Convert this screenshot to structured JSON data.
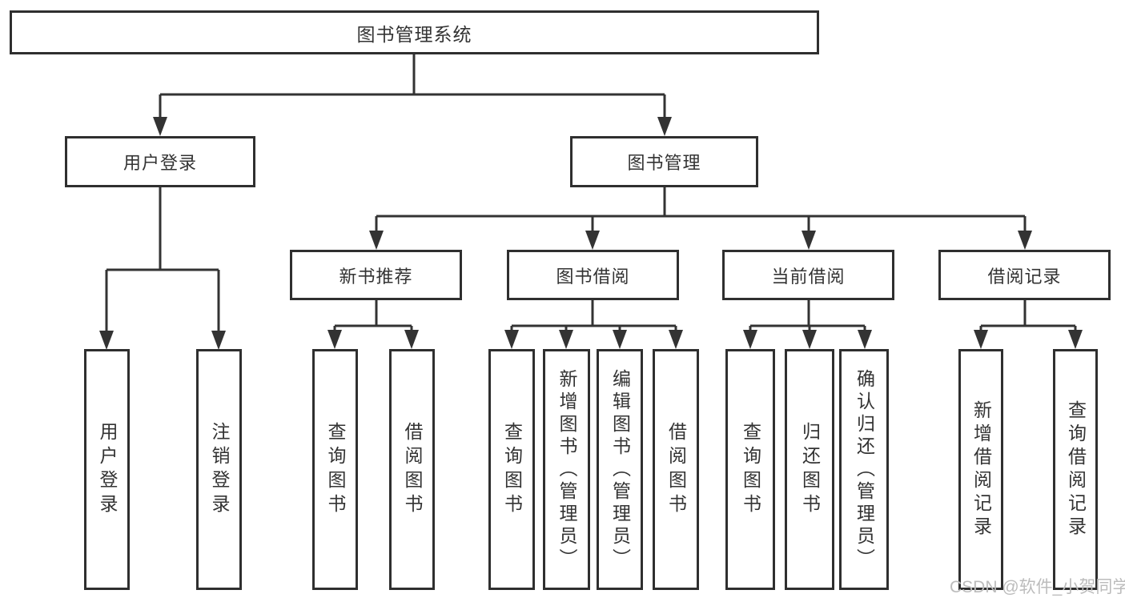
{
  "tree": {
    "root": "图书管理系统",
    "branches": [
      {
        "label": "用户登录",
        "children": [
          "用户登录",
          "注销登录"
        ]
      },
      {
        "label": "图书管理",
        "sections": [
          {
            "label": "新书推荐",
            "children": [
              "查询图书",
              "借阅图书"
            ]
          },
          {
            "label": "图书借阅",
            "children": [
              "查询图书",
              "新增图书（管理员）",
              "编辑图书（管理员）",
              "借阅图书"
            ]
          },
          {
            "label": "当前借阅",
            "children": [
              "查询图书",
              "归还图书",
              "确认归还（管理员）"
            ]
          },
          {
            "label": "借阅记录",
            "children": [
              "新增借阅记录",
              "查询借阅记录"
            ]
          }
        ]
      }
    ]
  },
  "watermark": {
    "text": "CSDN @软件_小贺同学"
  },
  "colors": {
    "border": "#2f2f2f",
    "line": "#333333",
    "text": "#333333",
    "watermark": "#bcbcbc",
    "background": "#ffffff"
  }
}
